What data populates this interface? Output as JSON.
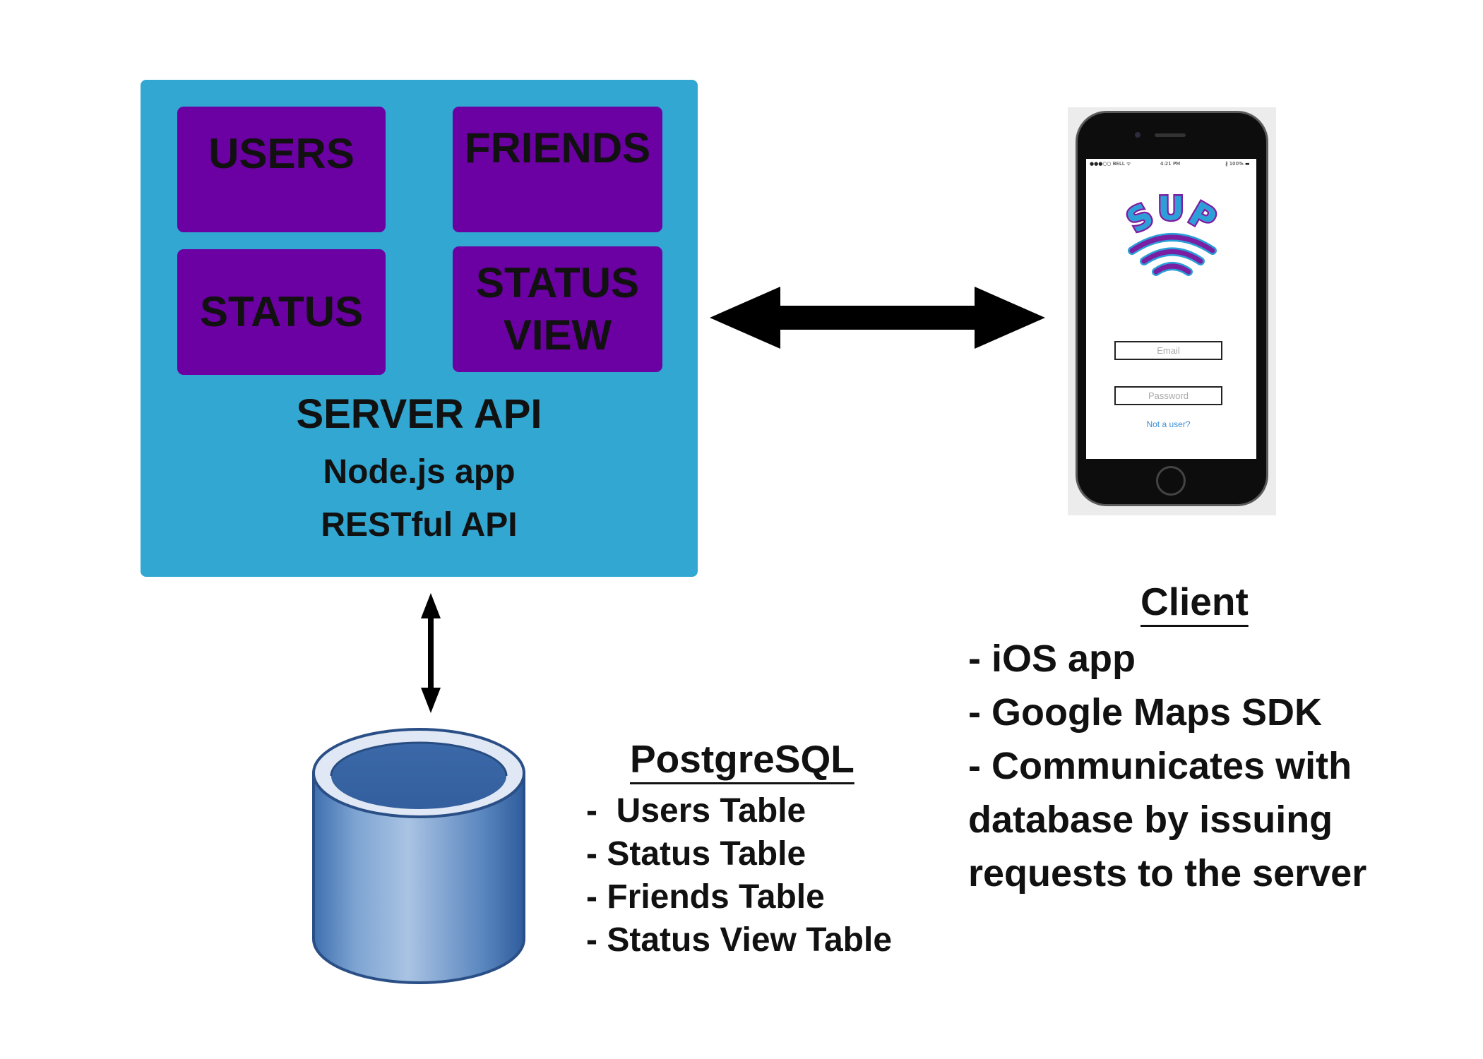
{
  "server": {
    "modules": {
      "users": "USERS",
      "friends": "FRIENDS",
      "status": "STATUS",
      "status_view_line1": "STATUS",
      "status_view_line2": "VIEW"
    },
    "title": "SERVER API",
    "line1": "Node.js app",
    "line2": "RESTful API"
  },
  "phone": {
    "status_carrier": "●●●○○ BELL ᯤ",
    "status_time": "4:21 PM",
    "status_battery": "∦ 100% ▬",
    "logo_text": "SUP",
    "email_placeholder": "Email",
    "password_placeholder": "Password",
    "signup_link": "Not a user?"
  },
  "client": {
    "heading": "Client",
    "items": [
      "- iOS app",
      "- Google Maps SDK",
      "- Communicates with",
      "database by issuing",
      "requests to the server"
    ]
  },
  "database": {
    "heading": "PostgreSQL",
    "items": [
      "-  Users Table",
      "- Status Table",
      "- Friends Table",
      "- Status View Table"
    ]
  },
  "colors": {
    "server_panel": "#31a7d2",
    "module_fill": "#6b00a3",
    "db_blue": "#3a6fb0",
    "logo_purple": "#7a1fa2",
    "logo_blue": "#2a9fd8"
  }
}
